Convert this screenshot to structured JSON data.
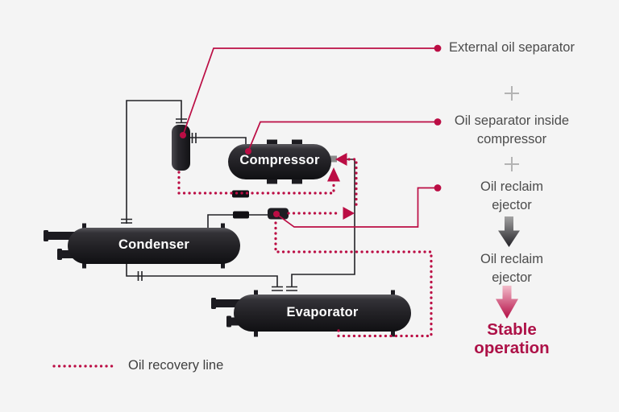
{
  "title": "Chiller oil recovery diagram",
  "colors": {
    "background": "#f4f4f4",
    "accent_crimson": "#bb0d44",
    "result_text": "#ad1147",
    "label_text": "#4c4c4c",
    "vessel_fill": "#232227",
    "plus_gray": "#b3b3b3"
  },
  "diagram": {
    "vessels": {
      "compressor": "Compressor",
      "condenser": "Condenser",
      "evaporator": "Evaporator"
    },
    "legend": {
      "label": "Oil recovery line"
    }
  },
  "flow_column": {
    "step1": "External oil separator",
    "plus1": "+",
    "step2": "Oil separator inside compressor",
    "plus2": "+",
    "step3": "Oil reclaim ejector",
    "arrow1": "arrow-down-dark",
    "step4": "Oil reclaim ejector",
    "arrow2": "arrow-down-red",
    "result": "Stable operation"
  }
}
